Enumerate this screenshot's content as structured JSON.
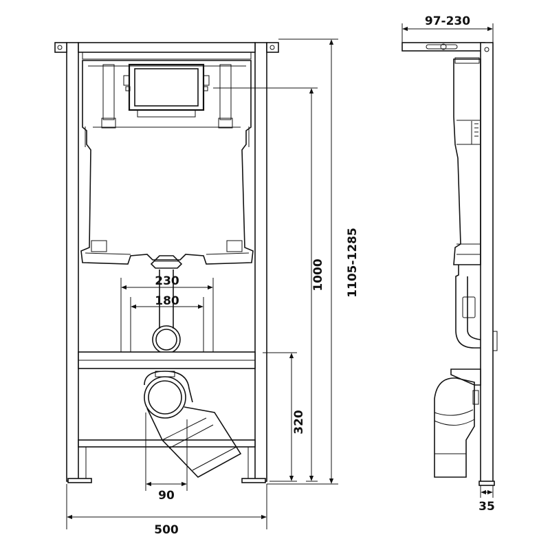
{
  "dimensions": {
    "width_total": "500",
    "height_frame": "1105-1285",
    "height_tank": "1000",
    "height_outlet": "320",
    "bolt_spacing_outer": "230",
    "bolt_spacing_inner": "180",
    "outlet_offset": "90",
    "depth_adjust": "97-230",
    "profile_depth": "35"
  }
}
